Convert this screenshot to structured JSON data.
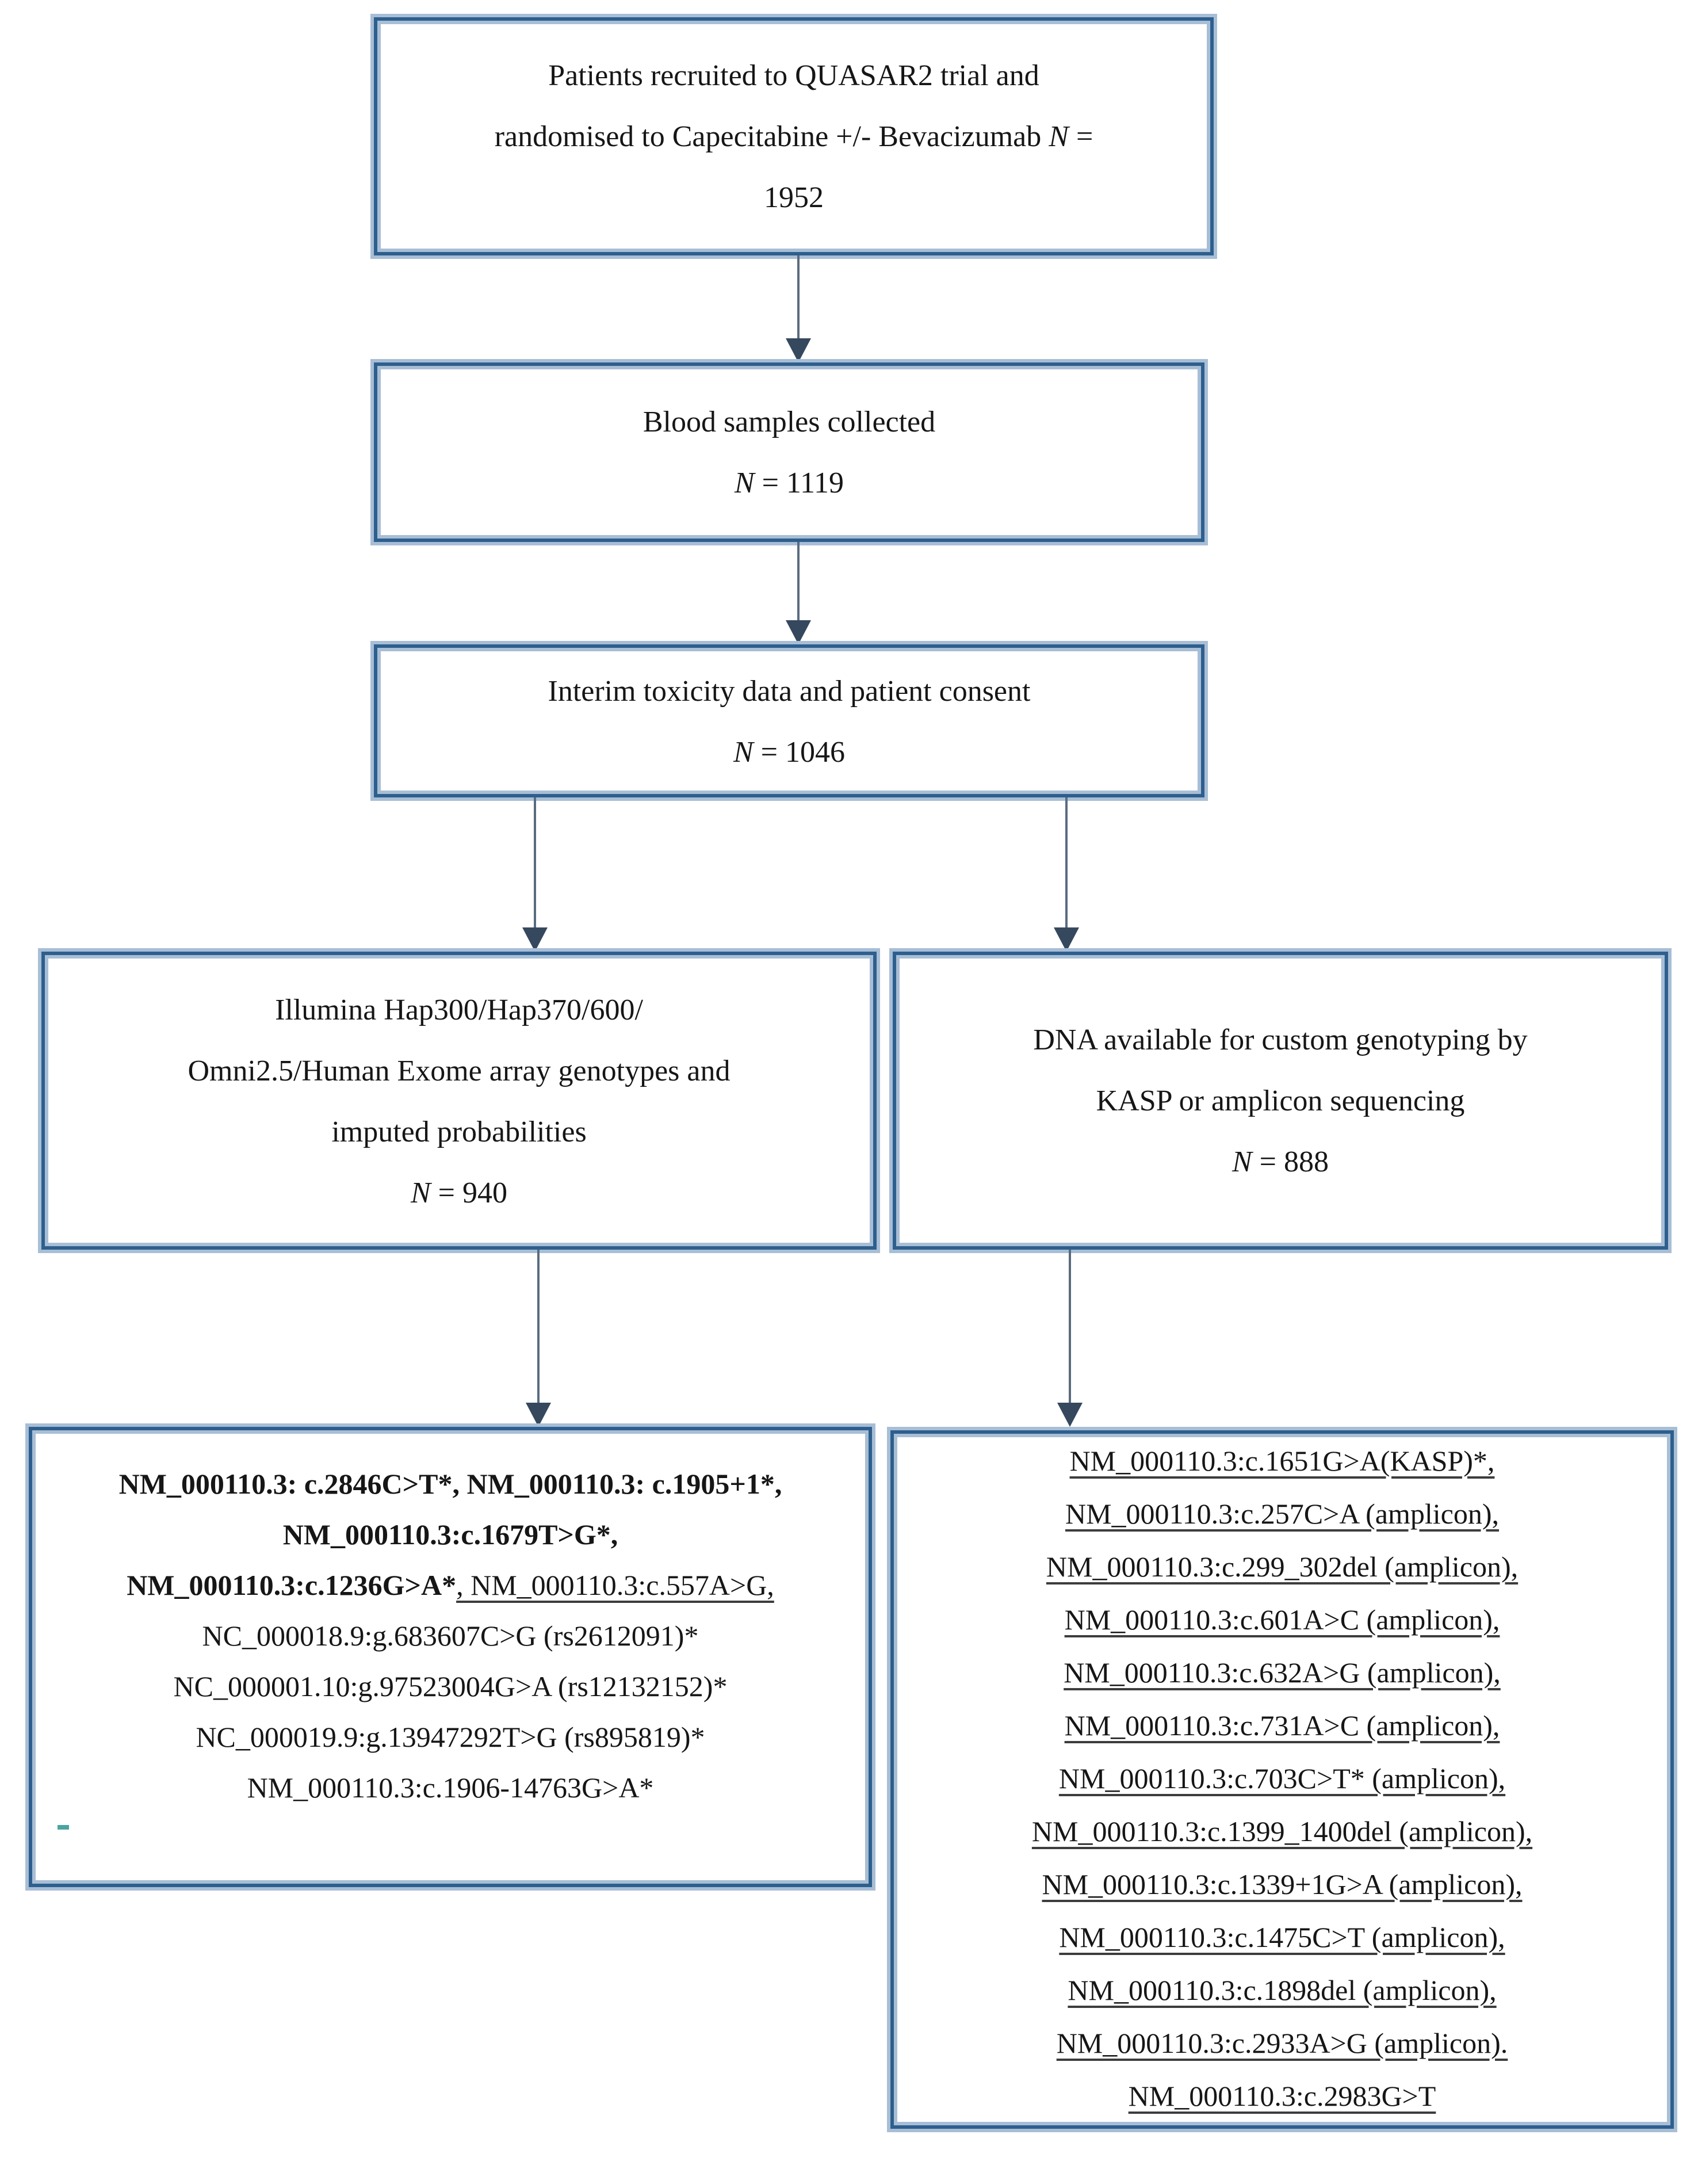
{
  "figure": {
    "type": "flow-diagram",
    "description": "Patient flow diagram for QUASAR2 trial genotyping",
    "colors": {
      "box_border_dark": "#2d5f8e",
      "box_border_light": "#a8bed5",
      "arrow_line": "#5a6b80",
      "arrow_head": "#35485e",
      "text": "#161616",
      "stray_mark_teal": "#4ba4a1"
    },
    "boxes": [
      {
        "id": "recruited",
        "lines": [
          [
            {
              "t": "Patients recruited to QUASAR2 trial and"
            }
          ],
          [
            {
              "t": "randomised to Capecitabine +/- Bevacizumab "
            },
            {
              "t": "N",
              "i": true
            },
            {
              "t": " ="
            }
          ],
          [
            {
              "t": "1952"
            }
          ]
        ]
      },
      {
        "id": "blood-samples",
        "lines": [
          [
            {
              "t": "Blood samples collected"
            }
          ],
          [
            {
              "t": "N",
              "i": true
            },
            {
              "t": " = 1119"
            }
          ]
        ]
      },
      {
        "id": "interim-consent",
        "lines": [
          [
            {
              "t": "Interim toxicity data and patient consent"
            }
          ],
          [
            {
              "t": "N",
              "i": true
            },
            {
              "t": " = 1046"
            }
          ]
        ]
      },
      {
        "id": "array-genotypes",
        "lines": [
          [
            {
              "t": "Illumina Hap300/Hap370/600/"
            }
          ],
          [
            {
              "t": "Omni2.5/Human Exome array genotypes and"
            }
          ],
          [
            {
              "t": "imputed probabilities"
            }
          ],
          [
            {
              "t": "N",
              "i": true
            },
            {
              "t": " = 940"
            }
          ]
        ]
      },
      {
        "id": "custom-genotyping",
        "lines": [
          [
            {
              "t": "DNA available for custom genotyping by"
            }
          ],
          [
            {
              "t": "KASP or amplicon sequencing"
            }
          ],
          [
            {
              "t": "N",
              "i": true
            },
            {
              "t": " = 888"
            }
          ]
        ]
      },
      {
        "id": "array-variants",
        "lines": [
          [
            {
              "t": "NM_000110.3: c.2846C>T*, NM_000110.3: c.1905+1*,",
              "b": true
            }
          ],
          [
            {
              "t": "NM_000110.3:c.1679T>G*,",
              "b": true
            }
          ],
          [
            {
              "t": "NM_000110.3:c.1236G>A*",
              "b": true
            },
            {
              "t": ", NM_000110.3:c.557A>G,",
              "u": true
            }
          ],
          [
            {
              "t": "NC_000018.9:g.683607C>G (rs2612091)*"
            }
          ],
          [
            {
              "t": "NC_000001.10:g.97523004G>A (rs12132152)*"
            }
          ],
          [
            {
              "t": "NC_000019.9:g.13947292T>G (rs895819)*"
            }
          ],
          [
            {
              "t": "NM_000110.3:c.1906-14763G>A*"
            }
          ]
        ]
      },
      {
        "id": "custom-variants",
        "lines": [
          [
            {
              "t": "NM_000110.3:c.1651G>A(KASP)*,",
              "u": true
            }
          ],
          [
            {
              "t": "NM_000110.3:c.257C>A (amplicon),",
              "u": true
            }
          ],
          [
            {
              "t": "NM_000110.3:c.299_302del (amplicon),",
              "u": true
            }
          ],
          [
            {
              "t": "NM_000110.3:c.601A>C (amplicon),",
              "u": true
            }
          ],
          [
            {
              "t": "NM_000110.3:c.632A>G (amplicon),",
              "u": true
            }
          ],
          [
            {
              "t": "NM_000110.3:c.731A>C (amplicon),",
              "u": true
            }
          ],
          [
            {
              "t": "NM_000110.3:c.703C>T* (amplicon),",
              "u": true
            }
          ],
          [
            {
              "t": "NM_000110.3:c.1399_1400del (amplicon),",
              "u": true
            }
          ],
          [
            {
              "t": "NM_000110.3:c.1339+1G>A (amplicon),",
              "u": true
            }
          ],
          [
            {
              "t": "NM_000110.3:c.1475C>T (amplicon),",
              "u": true
            }
          ],
          [
            {
              "t": "NM_000110.3:c.1898del (amplicon),",
              "u": true
            }
          ],
          [
            {
              "t": "NM_000110.3:c.2933A>G (amplicon).",
              "u": true
            }
          ],
          [
            {
              "t": "NM_000110.3:c.2983G>T",
              "u": true
            }
          ]
        ]
      }
    ]
  }
}
